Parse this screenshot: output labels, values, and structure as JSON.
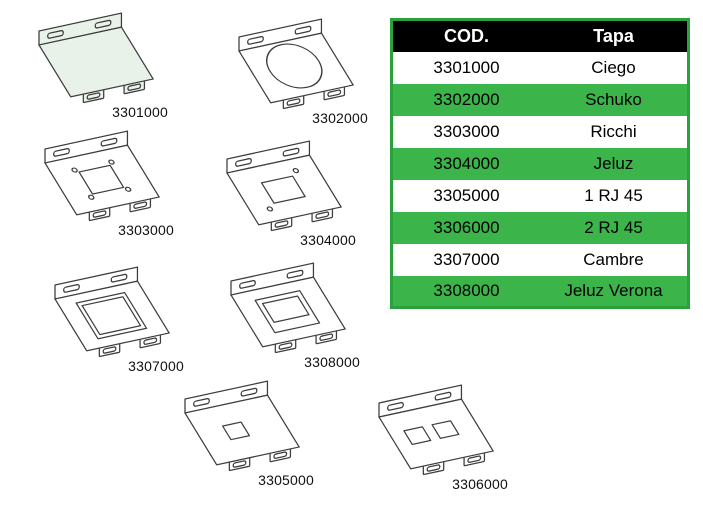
{
  "table": {
    "headers": [
      "COD.",
      "Tapa"
    ],
    "rows": [
      {
        "cod": "3301000",
        "tapa": "Ciego"
      },
      {
        "cod": "3302000",
        "tapa": "Schuko"
      },
      {
        "cod": "3303000",
        "tapa": "Ricchi"
      },
      {
        "cod": "3304000",
        "tapa": "Jeluz"
      },
      {
        "cod": "3305000",
        "tapa": "1 RJ 45"
      },
      {
        "cod": "3306000",
        "tapa": "2 RJ 45"
      },
      {
        "cod": "3307000",
        "tapa": "Cambre"
      },
      {
        "cod": "3308000",
        "tapa": "Jeluz Verona"
      }
    ]
  },
  "figures": [
    {
      "code": "3301000",
      "drawing": "blank-plate",
      "fill": "#e9f2e8"
    },
    {
      "code": "3302000",
      "drawing": "round-hole-plate",
      "fill": "#ffffff"
    },
    {
      "code": "3303000",
      "drawing": "square-outline-screw-holes-plate",
      "fill": "#ffffff"
    },
    {
      "code": "3304000",
      "drawing": "rect-hole-side-holes-plate",
      "fill": "#ffffff"
    },
    {
      "code": "3307000",
      "drawing": "large-square-frame-plate",
      "fill": "#ffffff"
    },
    {
      "code": "3308000",
      "drawing": "rect-frame-inner-plate",
      "fill": "#ffffff"
    },
    {
      "code": "3305000",
      "drawing": "single-square-hole-plate",
      "fill": "#ffffff"
    },
    {
      "code": "3306000",
      "drawing": "double-square-hole-plate",
      "fill": "#ffffff"
    }
  ],
  "colors": {
    "row_green": "#3bb44a",
    "table_border": "#2aa23c",
    "header_bg": "#000000",
    "header_text": "#ffffff",
    "drawing_line": "#3d3d3d"
  }
}
